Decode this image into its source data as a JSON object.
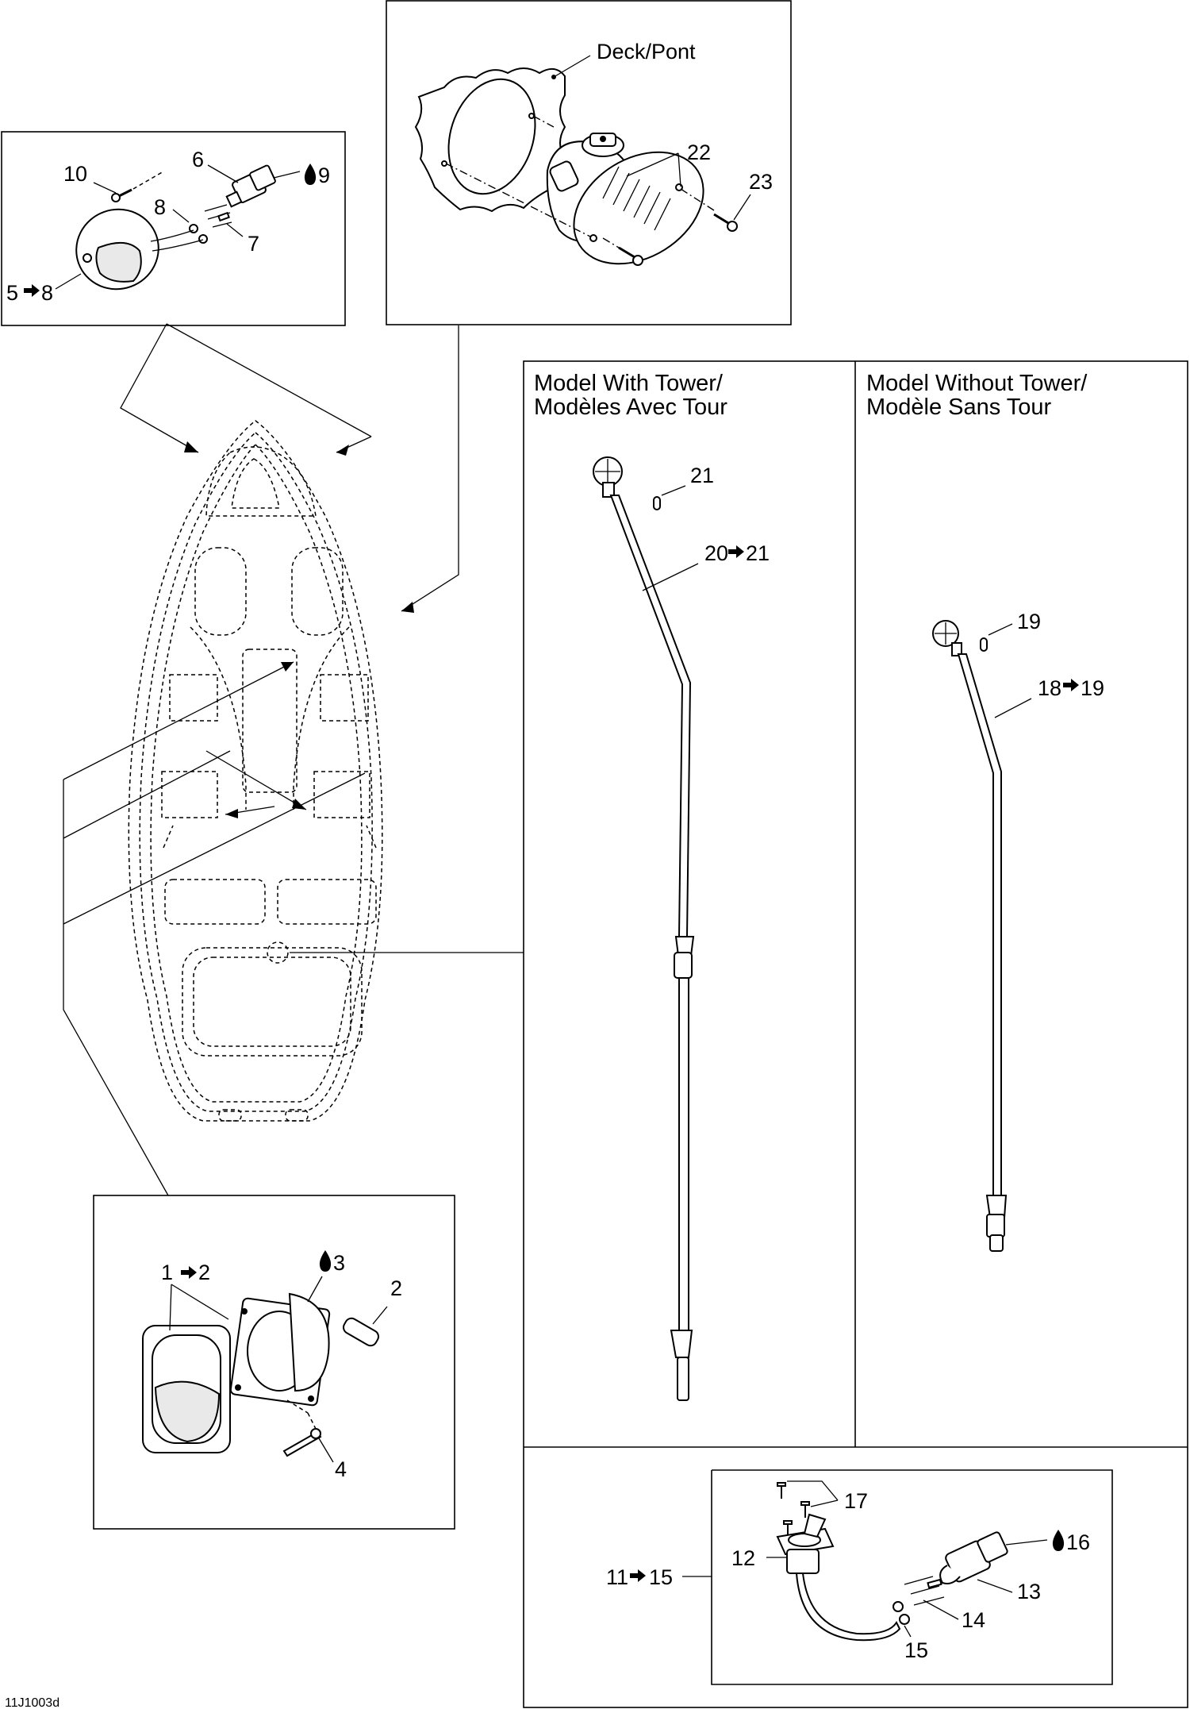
{
  "labels": {
    "deck": "Deck/Pont",
    "n22": "22",
    "n23": "23",
    "n10": "10",
    "n6": "6",
    "n9": "9",
    "n8": "8",
    "n7": "7",
    "n5to8": "5➔8",
    "n1to2": "1➔2",
    "n3": "3",
    "n2": "2",
    "n4": "4",
    "n21": "21",
    "n20to21": "20➔21",
    "n19": "19",
    "n18to19": "18➔19",
    "n17": "17",
    "n12": "12",
    "n16": "16",
    "n11to15": "11➔15",
    "n13": "13",
    "n14": "14",
    "n15": "15"
  },
  "headers": {
    "with_tower_line1": "Model With Tower/",
    "with_tower_line2": "Modèles Avec Tour",
    "without_tower_line1": "Model Without Tower/",
    "without_tower_line2": "Modèle Sans Tour"
  },
  "drawing_code": "11J1003d",
  "icons": {
    "sealant": "droplet-icon",
    "arrow": "arrow-right-icon"
  }
}
